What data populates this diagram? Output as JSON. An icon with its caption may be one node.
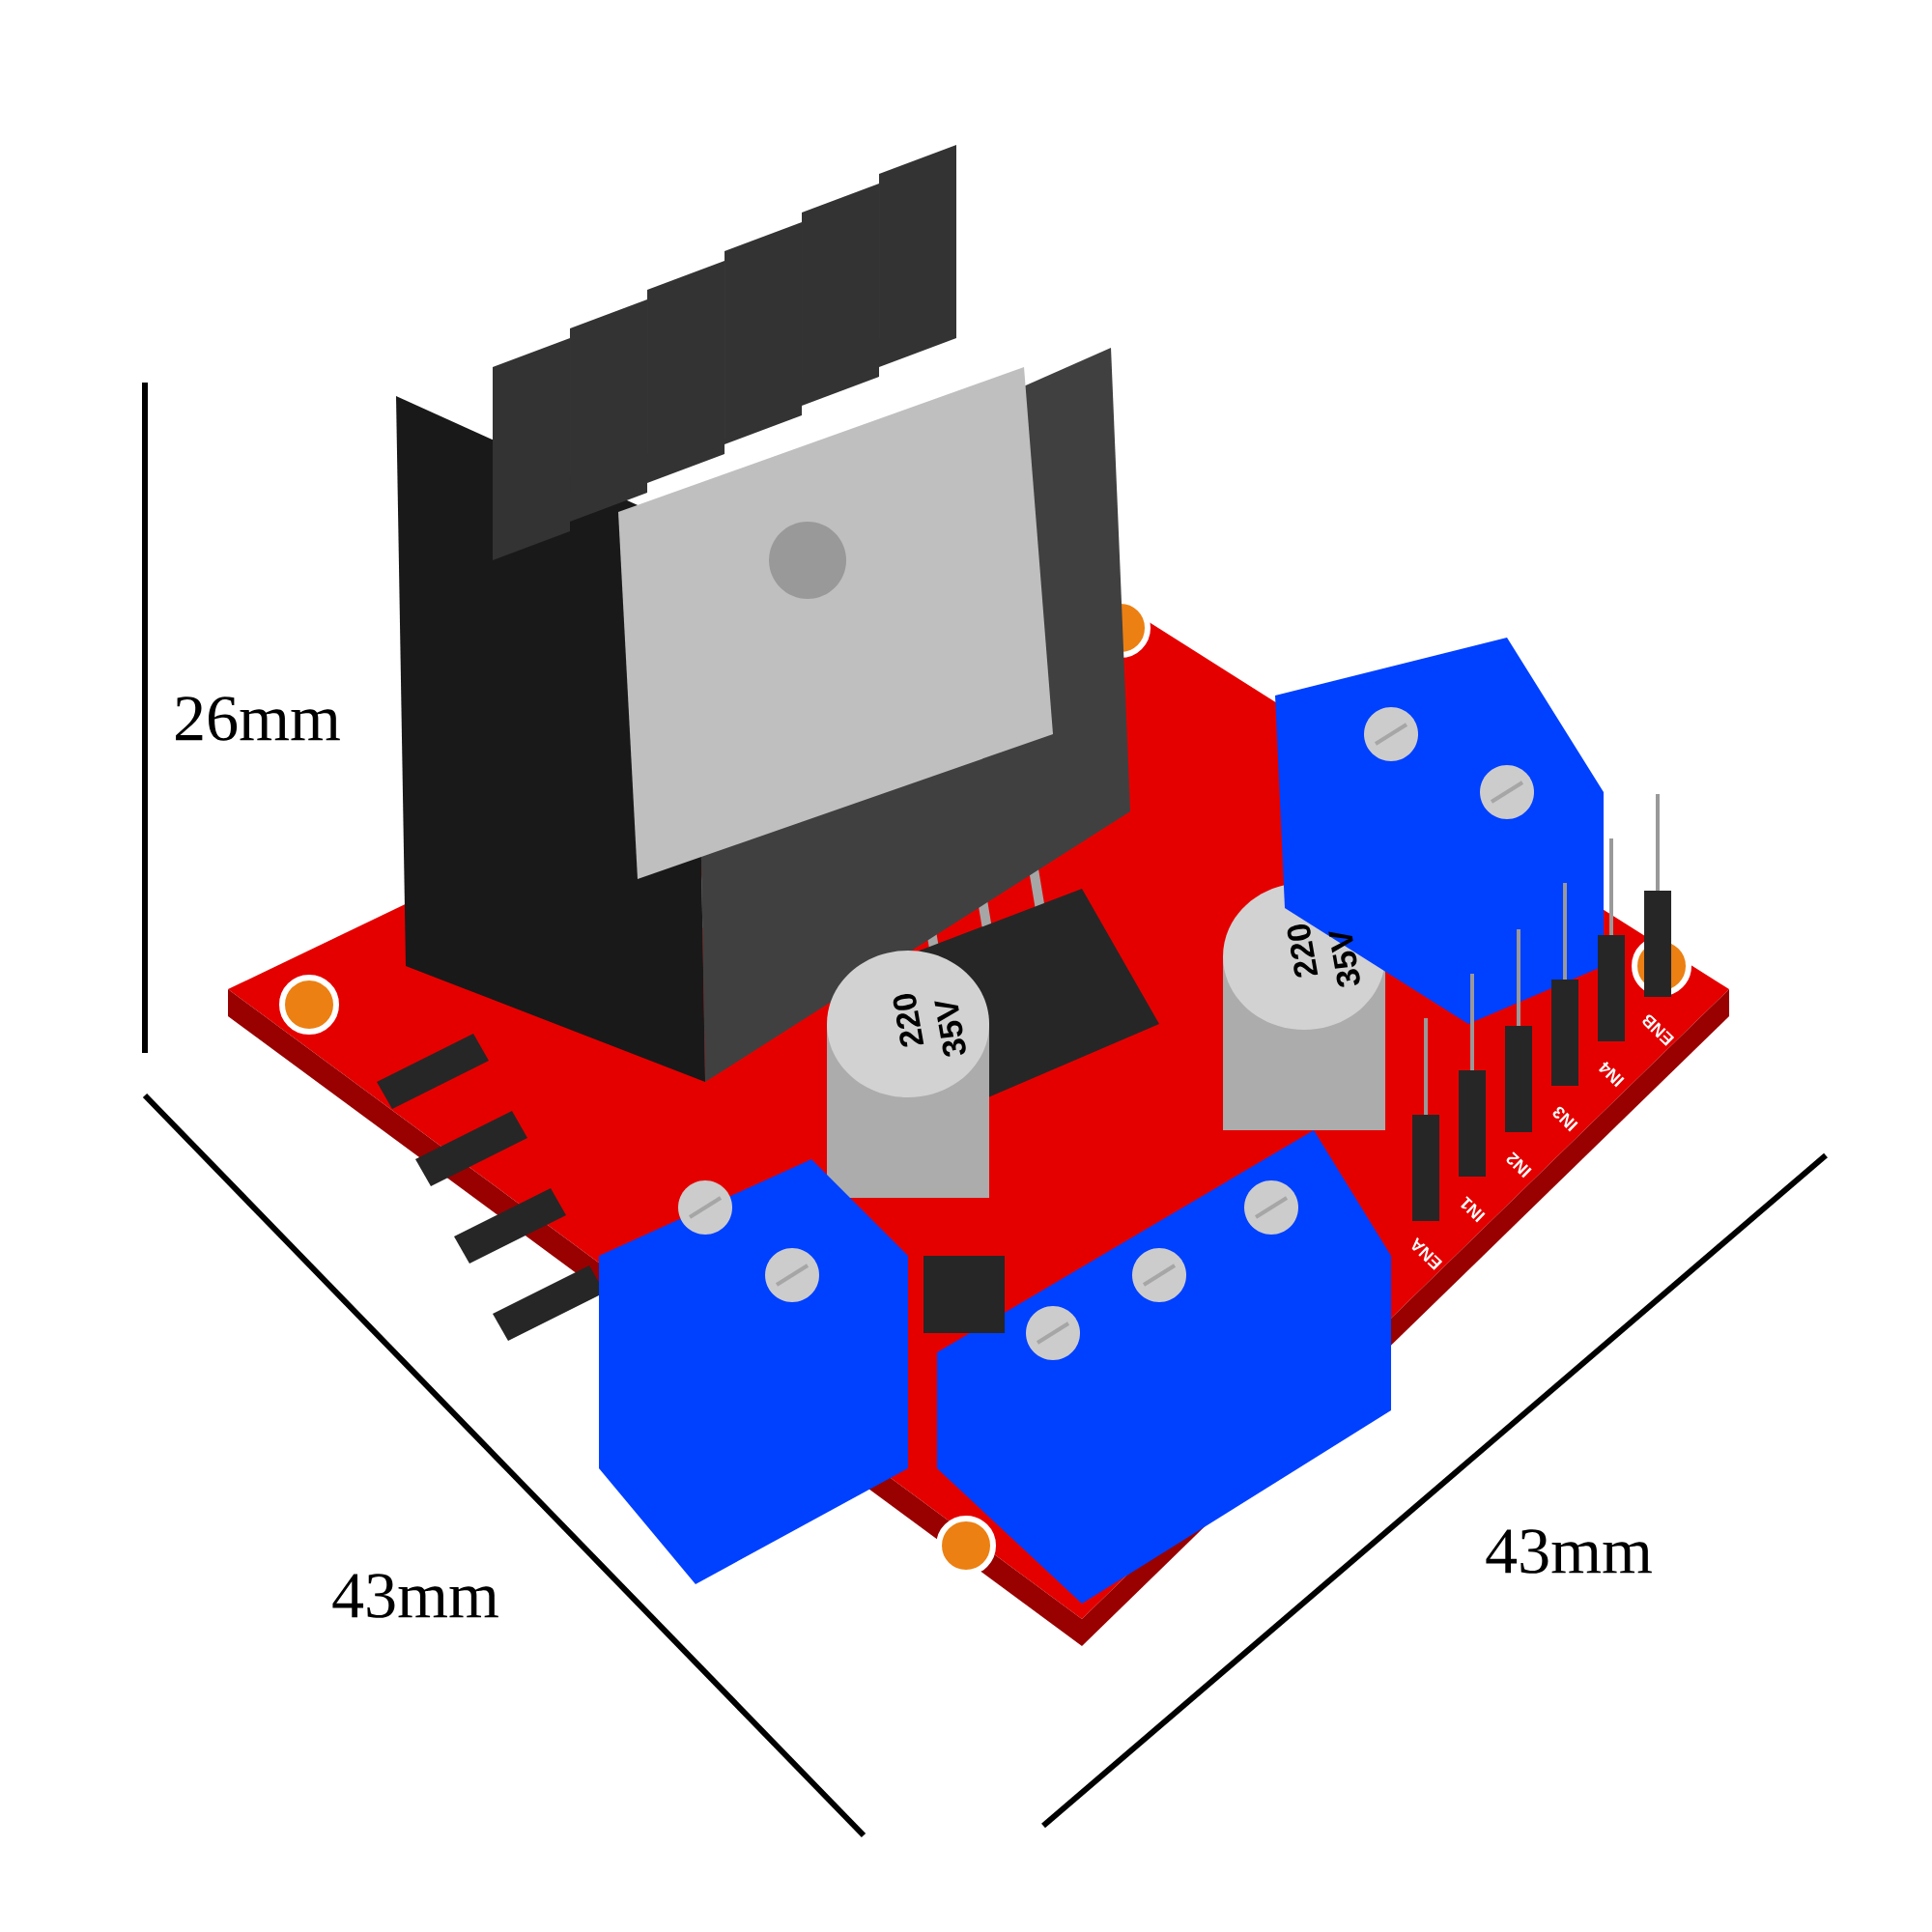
{
  "diagram": {
    "labels": [
      "26mm",
      "43mm",
      "43mm",
      "220",
      "35V",
      "220",
      "35V",
      "ENA",
      "IN1",
      "IN2",
      "IN3",
      "IN4",
      "ENB"
    ]
  }
}
